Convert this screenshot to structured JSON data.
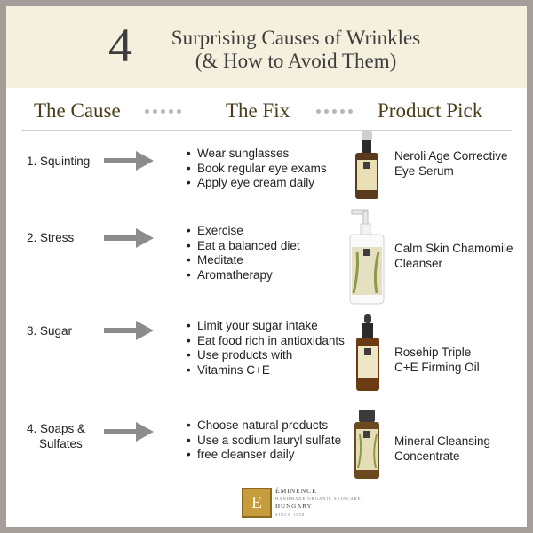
{
  "header": {
    "number": "4",
    "title_line1": "Surprising Causes of Wrinkles",
    "title_line2": "(& How to Avoid Them)"
  },
  "columns": {
    "cause": "The Cause",
    "fix": "The Fix",
    "product": "Product Pick"
  },
  "rows": [
    {
      "cause_lines": [
        "1. Squinting"
      ],
      "fixes": [
        "Wear sunglasses",
        "Book regular eye exams",
        "Apply eye cream daily"
      ],
      "product_lines": [
        "Neroli Age Corrective",
        "Eye Serum"
      ]
    },
    {
      "cause_lines": [
        "2. Stress"
      ],
      "fixes": [
        "Exercise",
        "Eat a balanced diet",
        "Meditate",
        "Aromatherapy"
      ],
      "product_lines": [
        "Calm Skin Chamomile",
        "Cleanser"
      ]
    },
    {
      "cause_lines": [
        "3. Sugar"
      ],
      "fixes": [
        "Limit your sugar intake",
        "Eat food rich in antioxidants",
        "Use products with",
        "Vitamins C+E"
      ],
      "product_lines": [
        "Rosehip Triple",
        "C+E Firming Oil"
      ]
    },
    {
      "cause_lines": [
        "4. Soaps &",
        "Sulfates"
      ],
      "fixes": [
        "Choose natural products",
        "Use a sodium lauryl sulfate",
        "free cleanser daily"
      ],
      "product_lines": [
        "Mineral Cleansing",
        "Concentrate"
      ]
    }
  ],
  "logo": {
    "letter": "E",
    "line1": "ÉMINENCE",
    "line2": "HANDMADE ORGANIC SKINCARE",
    "line3": "HUNGARY",
    "line4": "SINCE 1958"
  },
  "colors": {
    "header_bg": "#f5f0dd",
    "border": "#a59d9a",
    "arrow": "#8c8c8c",
    "heading_text": "#4a3d18",
    "logo_gold": "#c79c3d"
  }
}
